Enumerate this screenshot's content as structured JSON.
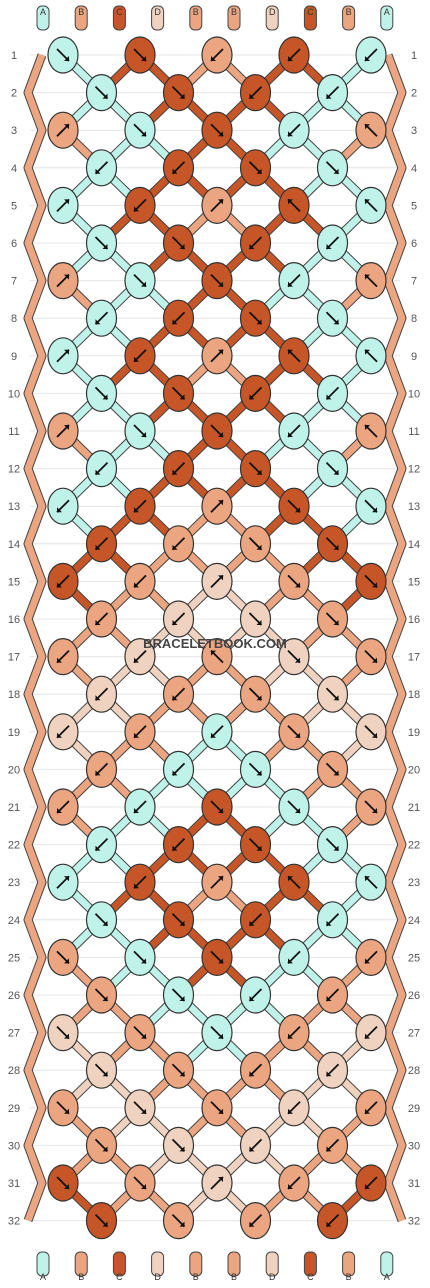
{
  "colors": {
    "A": "#bff3ea",
    "B": "#eba580",
    "C": "#c65627",
    "D": "#efd2bf"
  },
  "strings": [
    "A",
    "B",
    "C",
    "D",
    "B",
    "B",
    "D",
    "C",
    "B",
    "A"
  ],
  "row_labels": [
    "1",
    "2",
    "3",
    "4",
    "5",
    "6",
    "7",
    "8",
    "9",
    "10",
    "11",
    "12",
    "13",
    "14",
    "15",
    "16",
    "17",
    "18",
    "19",
    "20",
    "21",
    "22",
    "23",
    "24",
    "25",
    "26",
    "27",
    "28",
    "29",
    "30",
    "31",
    "32"
  ],
  "watermark": "BRACELETBOOK.COM",
  "knots": [
    [
      {
        "c": "A",
        "d": "se"
      },
      {
        "c": "C",
        "d": "se"
      },
      {
        "c": "B",
        "d": "sw"
      },
      {
        "c": "C",
        "d": "sw"
      },
      {
        "c": "A",
        "d": "sw"
      }
    ],
    [
      {
        "c": "A",
        "d": "se"
      },
      {
        "c": "C",
        "d": "se"
      },
      {
        "c": "C",
        "d": "sw"
      },
      {
        "c": "A",
        "d": "sw"
      }
    ],
    [
      {
        "c": "B",
        "d": "ne"
      },
      {
        "c": "A",
        "d": "se"
      },
      {
        "c": "C",
        "d": "se"
      },
      {
        "c": "A",
        "d": "sw"
      },
      {
        "c": "B",
        "d": "nw"
      }
    ],
    [
      {
        "c": "A",
        "d": "sw"
      },
      {
        "c": "C",
        "d": "sw"
      },
      {
        "c": "C",
        "d": "se"
      },
      {
        "c": "A",
        "d": "se"
      }
    ],
    [
      {
        "c": "A",
        "d": "ne"
      },
      {
        "c": "C",
        "d": "sw"
      },
      {
        "c": "B",
        "d": "ne"
      },
      {
        "c": "C",
        "d": "nw"
      },
      {
        "c": "A",
        "d": "nw"
      }
    ],
    [
      {
        "c": "A",
        "d": "se"
      },
      {
        "c": "C",
        "d": "se"
      },
      {
        "c": "C",
        "d": "sw"
      },
      {
        "c": "A",
        "d": "sw"
      }
    ],
    [
      {
        "c": "B",
        "d": "ne"
      },
      {
        "c": "A",
        "d": "se"
      },
      {
        "c": "C",
        "d": "se"
      },
      {
        "c": "A",
        "d": "sw"
      },
      {
        "c": "B",
        "d": "nw"
      }
    ],
    [
      {
        "c": "A",
        "d": "sw"
      },
      {
        "c": "C",
        "d": "sw"
      },
      {
        "c": "C",
        "d": "se"
      },
      {
        "c": "A",
        "d": "se"
      }
    ],
    [
      {
        "c": "A",
        "d": "ne"
      },
      {
        "c": "C",
        "d": "sw"
      },
      {
        "c": "B",
        "d": "ne"
      },
      {
        "c": "C",
        "d": "nw"
      },
      {
        "c": "A",
        "d": "nw"
      }
    ],
    [
      {
        "c": "A",
        "d": "se"
      },
      {
        "c": "C",
        "d": "se"
      },
      {
        "c": "C",
        "d": "sw"
      },
      {
        "c": "A",
        "d": "sw"
      }
    ],
    [
      {
        "c": "B",
        "d": "ne"
      },
      {
        "c": "A",
        "d": "se"
      },
      {
        "c": "C",
        "d": "se"
      },
      {
        "c": "A",
        "d": "sw"
      },
      {
        "c": "B",
        "d": "nw"
      }
    ],
    [
      {
        "c": "A",
        "d": "sw"
      },
      {
        "c": "C",
        "d": "sw"
      },
      {
        "c": "C",
        "d": "se"
      },
      {
        "c": "A",
        "d": "se"
      }
    ],
    [
      {
        "c": "A",
        "d": "sw"
      },
      {
        "c": "C",
        "d": "sw"
      },
      {
        "c": "B",
        "d": "ne"
      },
      {
        "c": "C",
        "d": "se"
      },
      {
        "c": "A",
        "d": "se"
      }
    ],
    [
      {
        "c": "C",
        "d": "sw"
      },
      {
        "c": "B",
        "d": "sw"
      },
      {
        "c": "B",
        "d": "se"
      },
      {
        "c": "C",
        "d": "se"
      }
    ],
    [
      {
        "c": "C",
        "d": "sw"
      },
      {
        "c": "B",
        "d": "sw"
      },
      {
        "c": "D",
        "d": "ne"
      },
      {
        "c": "B",
        "d": "se"
      },
      {
        "c": "C",
        "d": "se"
      }
    ],
    [
      {
        "c": "B",
        "d": "sw"
      },
      {
        "c": "D",
        "d": "sw"
      },
      {
        "c": "D",
        "d": "se"
      },
      {
        "c": "B",
        "d": "se"
      }
    ],
    [
      {
        "c": "B",
        "d": "sw"
      },
      {
        "c": "D",
        "d": "sw"
      },
      {
        "c": "B",
        "d": "nw"
      },
      {
        "c": "D",
        "d": "se"
      },
      {
        "c": "B",
        "d": "se"
      }
    ],
    [
      {
        "c": "D",
        "d": "sw"
      },
      {
        "c": "B",
        "d": "sw"
      },
      {
        "c": "B",
        "d": "se"
      },
      {
        "c": "D",
        "d": "se"
      }
    ],
    [
      {
        "c": "D",
        "d": "sw"
      },
      {
        "c": "B",
        "d": "sw"
      },
      {
        "c": "A",
        "d": "sw"
      },
      {
        "c": "B",
        "d": "se"
      },
      {
        "c": "D",
        "d": "se"
      }
    ],
    [
      {
        "c": "B",
        "d": "sw"
      },
      {
        "c": "A",
        "d": "sw"
      },
      {
        "c": "A",
        "d": "se"
      },
      {
        "c": "B",
        "d": "se"
      }
    ],
    [
      {
        "c": "B",
        "d": "sw"
      },
      {
        "c": "A",
        "d": "sw"
      },
      {
        "c": "C",
        "d": "se"
      },
      {
        "c": "A",
        "d": "se"
      },
      {
        "c": "B",
        "d": "se"
      }
    ],
    [
      {
        "c": "A",
        "d": "sw"
      },
      {
        "c": "C",
        "d": "sw"
      },
      {
        "c": "C",
        "d": "se"
      },
      {
        "c": "A",
        "d": "se"
      }
    ],
    [
      {
        "c": "A",
        "d": "ne"
      },
      {
        "c": "C",
        "d": "sw"
      },
      {
        "c": "B",
        "d": "ne"
      },
      {
        "c": "C",
        "d": "nw"
      },
      {
        "c": "A",
        "d": "nw"
      }
    ],
    [
      {
        "c": "A",
        "d": "se"
      },
      {
        "c": "C",
        "d": "se"
      },
      {
        "c": "C",
        "d": "sw"
      },
      {
        "c": "A",
        "d": "sw"
      }
    ],
    [
      {
        "c": "B",
        "d": "se"
      },
      {
        "c": "A",
        "d": "se"
      },
      {
        "c": "C",
        "d": "se"
      },
      {
        "c": "A",
        "d": "sw"
      },
      {
        "c": "B",
        "d": "sw"
      }
    ],
    [
      {
        "c": "B",
        "d": "se"
      },
      {
        "c": "A",
        "d": "se"
      },
      {
        "c": "A",
        "d": "sw"
      },
      {
        "c": "B",
        "d": "sw"
      }
    ],
    [
      {
        "c": "D",
        "d": "se"
      },
      {
        "c": "B",
        "d": "se"
      },
      {
        "c": "A",
        "d": "se"
      },
      {
        "c": "B",
        "d": "sw"
      },
      {
        "c": "D",
        "d": "sw"
      }
    ],
    [
      {
        "c": "D",
        "d": "se"
      },
      {
        "c": "B",
        "d": "se"
      },
      {
        "c": "B",
        "d": "sw"
      },
      {
        "c": "D",
        "d": "sw"
      }
    ],
    [
      {
        "c": "B",
        "d": "se"
      },
      {
        "c": "D",
        "d": "se"
      },
      {
        "c": "B",
        "d": "se"
      },
      {
        "c": "D",
        "d": "sw"
      },
      {
        "c": "B",
        "d": "sw"
      }
    ],
    [
      {
        "c": "B",
        "d": "se"
      },
      {
        "c": "D",
        "d": "se"
      },
      {
        "c": "D",
        "d": "sw"
      },
      {
        "c": "B",
        "d": "sw"
      }
    ],
    [
      {
        "c": "C",
        "d": "se"
      },
      {
        "c": "B",
        "d": "se"
      },
      {
        "c": "D",
        "d": "ne"
      },
      {
        "c": "B",
        "d": "sw"
      },
      {
        "c": "C",
        "d": "sw"
      }
    ],
    [
      {
        "c": "C",
        "d": "se"
      },
      {
        "c": "B",
        "d": "se"
      },
      {
        "c": "B",
        "d": "sw"
      },
      {
        "c": "C",
        "d": "sw"
      }
    ]
  ]
}
